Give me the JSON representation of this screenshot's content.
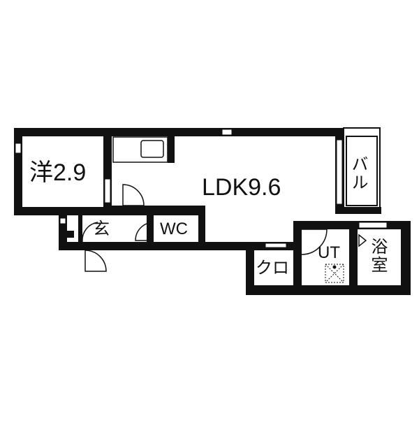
{
  "rooms": {
    "western": "洋2.9",
    "ldk": "LDK9.6",
    "balcony": "バル",
    "entrance": "玄",
    "toilet": "WC",
    "closet": "クロ",
    "utility": "UT",
    "bath": "浴室"
  },
  "colors": {
    "wall": "#111111",
    "background": "#ffffff",
    "text": "#111111"
  }
}
